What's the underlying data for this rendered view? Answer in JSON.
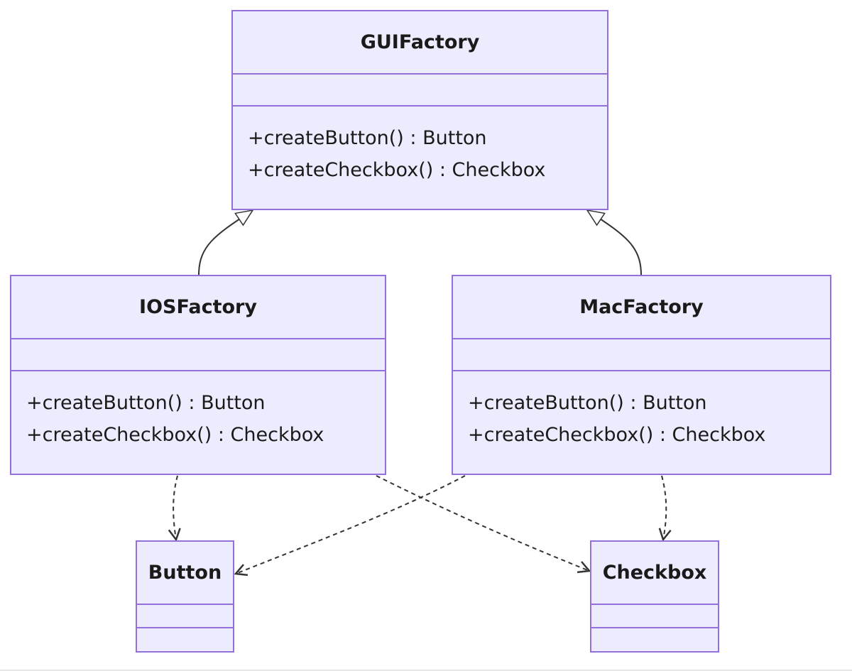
{
  "classes": {
    "gui": {
      "name": "GUIFactory",
      "methods": [
        "+createButton() : Button",
        "+createCheckbox() : Checkbox"
      ]
    },
    "ios": {
      "name": "IOSFactory",
      "methods": [
        "+createButton() : Button",
        "+createCheckbox() : Checkbox"
      ]
    },
    "mac": {
      "name": "MacFactory",
      "methods": [
        "+createButton() : Button",
        "+createCheckbox() : Checkbox"
      ]
    },
    "button": {
      "name": "Button",
      "methods": []
    },
    "checkbox": {
      "name": "Checkbox",
      "methods": []
    }
  },
  "relations": [
    {
      "from": "IOSFactory",
      "to": "GUIFactory",
      "type": "inheritance"
    },
    {
      "from": "MacFactory",
      "to": "GUIFactory",
      "type": "inheritance"
    },
    {
      "from": "IOSFactory",
      "to": "Button",
      "type": "dependency"
    },
    {
      "from": "IOSFactory",
      "to": "Checkbox",
      "type": "dependency"
    },
    {
      "from": "MacFactory",
      "to": "Button",
      "type": "dependency"
    },
    {
      "from": "MacFactory",
      "to": "Checkbox",
      "type": "dependency"
    }
  ],
  "colors": {
    "fill": "#ececfe",
    "border": "#9370db",
    "edge": "#333333"
  }
}
